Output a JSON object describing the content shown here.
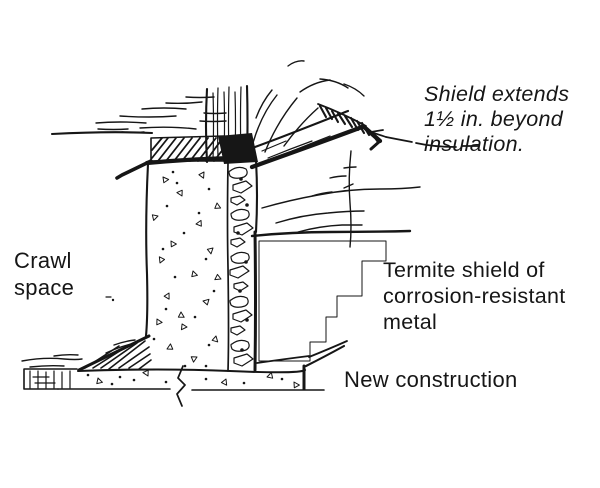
{
  "colors": {
    "ink": "#161616",
    "paper": "#ffffff"
  },
  "labels": {
    "shield_note": "Shield extends\n1½ in. beyond\ninsulation.",
    "crawl_space": "Crawl\nspace",
    "termite_shield": "Termite shield of\ncorrosion-resistant\nmetal",
    "new_construction": "New construction"
  }
}
